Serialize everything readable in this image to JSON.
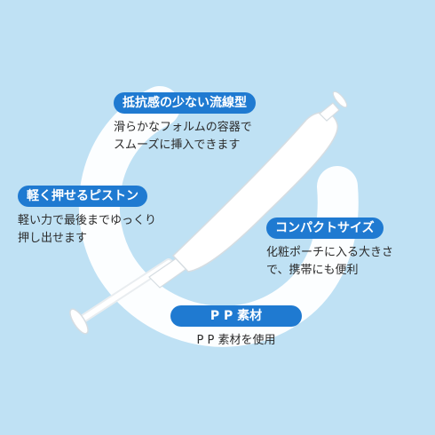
{
  "features": [
    {
      "title": "抵抗感の少ない流線型",
      "desc": [
        "滑らかなフォルムの容器で",
        "スムーズに挿入できます"
      ]
    },
    {
      "title": "軽く押せるピストン",
      "desc": [
        "軽い力で最後までゆっくり",
        "押し出せます"
      ]
    },
    {
      "title": "コンパクトサイズ",
      "desc": [
        "化粧ポーチに入る大きさ",
        "で、携帯にも便利"
      ]
    },
    {
      "title": "P P 素材",
      "desc": [
        "P P 素材を使用"
      ]
    }
  ],
  "colors": {
    "background": "#bfe1f4",
    "swirl": "#ffffff",
    "pill": "#1f7ad1",
    "text": "#2b2b2b"
  }
}
